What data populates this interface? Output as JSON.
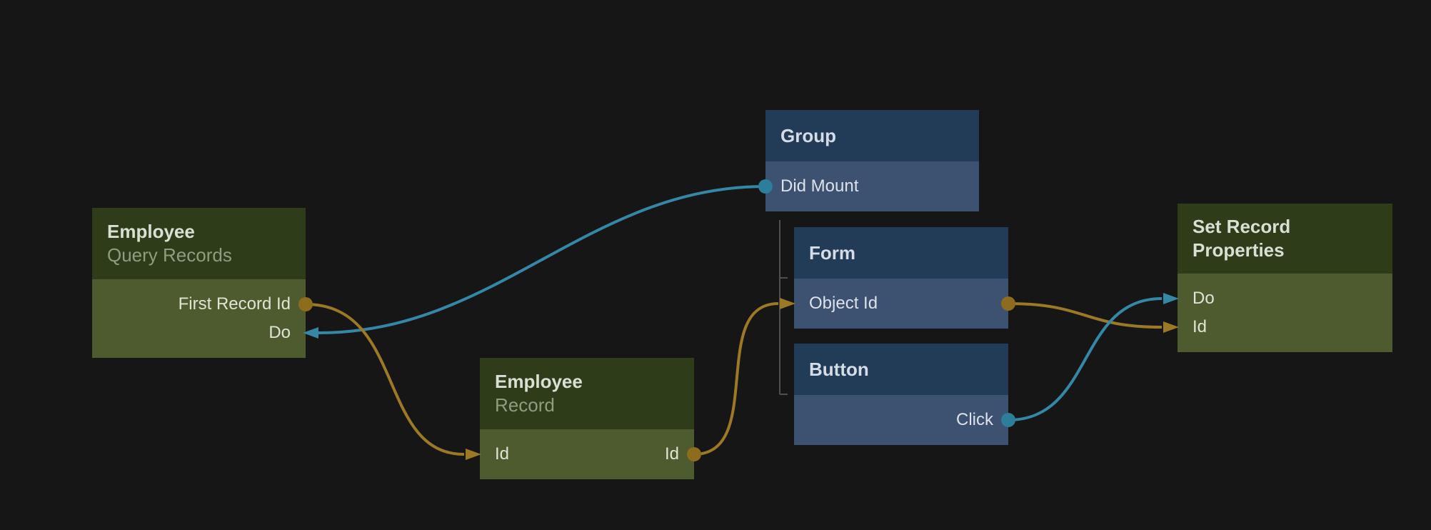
{
  "canvas": {
    "kind": "node-flow-editor"
  },
  "colors": {
    "background": "#161616",
    "data_connection": "#9c7a25",
    "data_port_dot": "#8d6c1e",
    "signal_connection": "#3488a6",
    "signal_port_dot": "#2c7e9a",
    "green_node_header": "#2e3c1a",
    "green_node_body": "#4d5b2e",
    "blue_node_header": "#223c58",
    "blue_node_body": "#3d5170",
    "hierarchy_line": "#4f4f4f"
  },
  "nodes": {
    "employee_query_records": {
      "title": "Employee",
      "subtitle": "Query Records",
      "ports": {
        "first_record_id": "First Record Id",
        "do": "Do"
      }
    },
    "group": {
      "title": "Group",
      "ports": {
        "did_mount": "Did Mount"
      }
    },
    "form": {
      "title": "Form",
      "ports": {
        "object_id": "Object Id"
      }
    },
    "button": {
      "title": "Button",
      "ports": {
        "click": "Click"
      }
    },
    "employee_record": {
      "title": "Employee",
      "subtitle": "Record",
      "ports": {
        "id_input": "Id",
        "id_output": "Id"
      }
    },
    "set_record_properties": {
      "title": "Set Record Properties",
      "ports": {
        "do": "Do",
        "id": "Id"
      }
    }
  },
  "hierarchy": {
    "parent": "Group",
    "children": [
      "Form",
      "Button"
    ]
  },
  "edges": [
    {
      "from": "Group.Did Mount",
      "to": "Employee Query Records.Do",
      "kind": "signal"
    },
    {
      "from": "Employee Query Records.First Record Id",
      "to": "Employee Record.Id",
      "kind": "data"
    },
    {
      "from": "Employee Record.Id",
      "to": "Form.Object Id",
      "kind": "data"
    },
    {
      "from": "Form.Object Id",
      "to": "Set Record Properties.Id",
      "kind": "data"
    },
    {
      "from": "Button.Click",
      "to": "Set Record Properties.Do",
      "kind": "signal"
    }
  ]
}
